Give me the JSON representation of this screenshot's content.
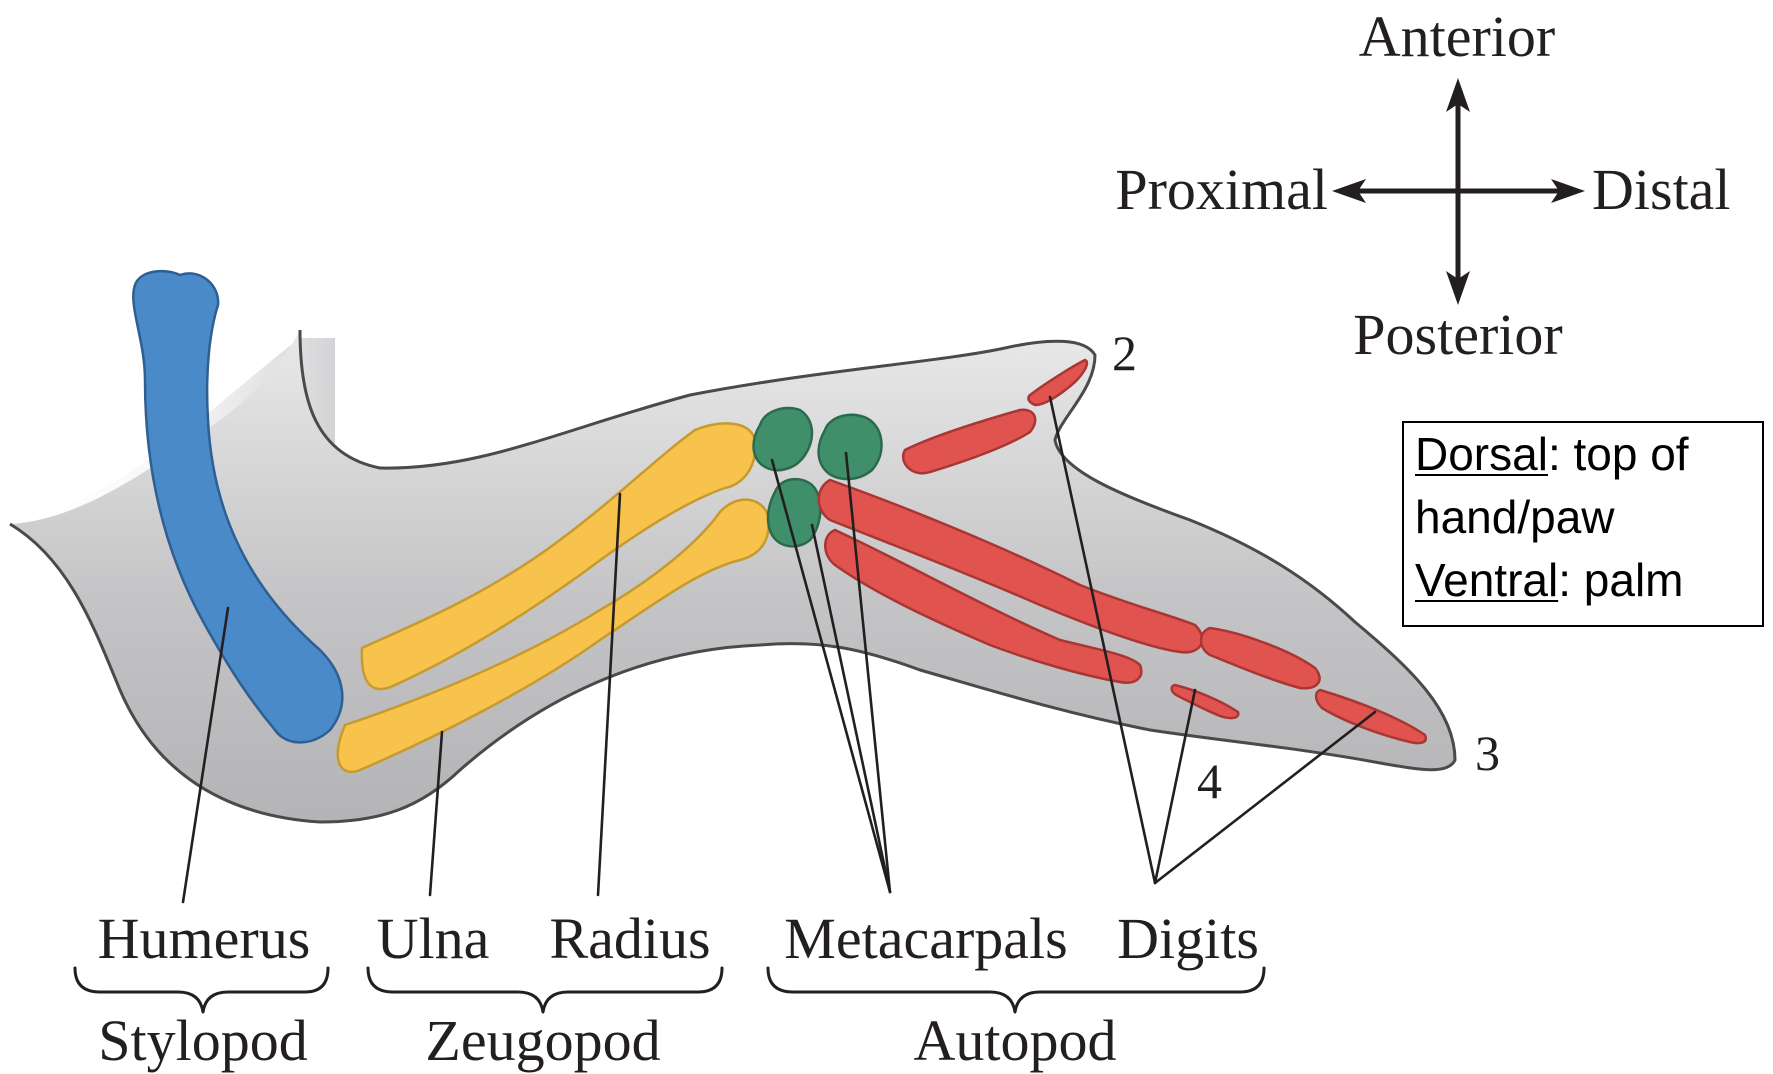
{
  "colors": {
    "limb": "#c8c8ca",
    "humerus": "#4a8ac9",
    "zeugopod": "#f7c34d",
    "metacarpals": "#3f8f6a",
    "digits": "#e0534f"
  },
  "axes": {
    "anterior": "Anterior",
    "posterior": "Posterior",
    "proximal": "Proximal",
    "distal": "Distal"
  },
  "digit_numbers": {
    "d2": "2",
    "d3": "3",
    "d4": "4"
  },
  "bones": {
    "humerus": "Humerus",
    "ulna": "Ulna",
    "radius": "Radius",
    "metacarpals": "Metacarpals",
    "digits": "Digits"
  },
  "regions": {
    "stylopod": "Stylopod",
    "zeugopod": "Zeugopod",
    "autopod": "Autopod"
  },
  "definitions": {
    "dorsal_term": "Dorsal",
    "dorsal_text": ": top of hand/paw",
    "ventral_term": "Ventral",
    "ventral_text": ": palm"
  }
}
